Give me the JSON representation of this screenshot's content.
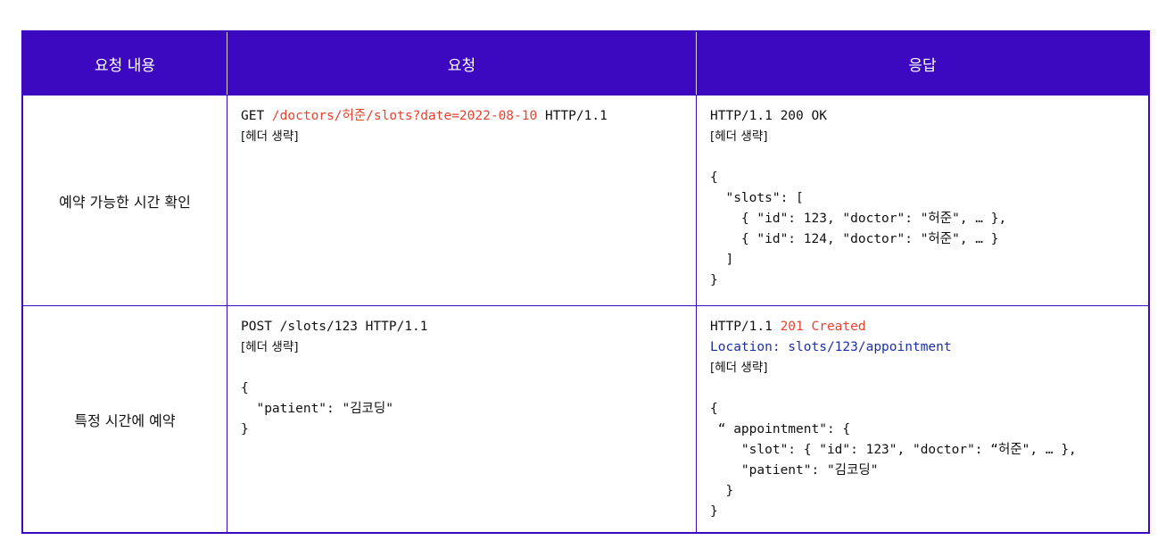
{
  "colors": {
    "header_bg": "#3d09c0",
    "border": "#3d09c0",
    "highlight_red": "#e8412d",
    "highlight_blue": "#1b2fa8"
  },
  "table": {
    "headers": [
      "요청 내용",
      "요청",
      "응답"
    ],
    "rows": [
      {
        "label": "예약 가능한 시간 확인",
        "request": {
          "method": "GET ",
          "path": "/doctors/허준/slots?date=2022-08-10",
          "version": " HTTP/1.1",
          "headers_note": "[헤더 생략]"
        },
        "response": {
          "status_line": "HTTP/1.1 200 OK",
          "headers_note": "[헤더 생략]",
          "body": [
            "{",
            "  \"slots\": [",
            "    { \"id\": 123, \"doctor\": \"허준\", … },",
            "    { \"id\": 124, \"doctor\": \"허준\", … }",
            "  ]",
            "}"
          ]
        }
      },
      {
        "label": "특정 시간에 예약",
        "request": {
          "request_line": "POST /slots/123 HTTP/1.1",
          "headers_note": "[헤더 생략]",
          "body": [
            "{",
            "  \"patient\": \"김코딩\"",
            "}"
          ]
        },
        "response": {
          "status_prefix": "HTTP/1.1 ",
          "status_code": "201 Created",
          "location": "Location: slots/123/appointment",
          "headers_note": "[헤더 생략]",
          "body": [
            "{",
            " “ appointment\": {",
            "    \"slot\": { \"id\": 123\", \"doctor\": “허준\", … },",
            "    \"patient\": \"김코딩\"",
            "  }",
            "}"
          ]
        }
      }
    ]
  }
}
